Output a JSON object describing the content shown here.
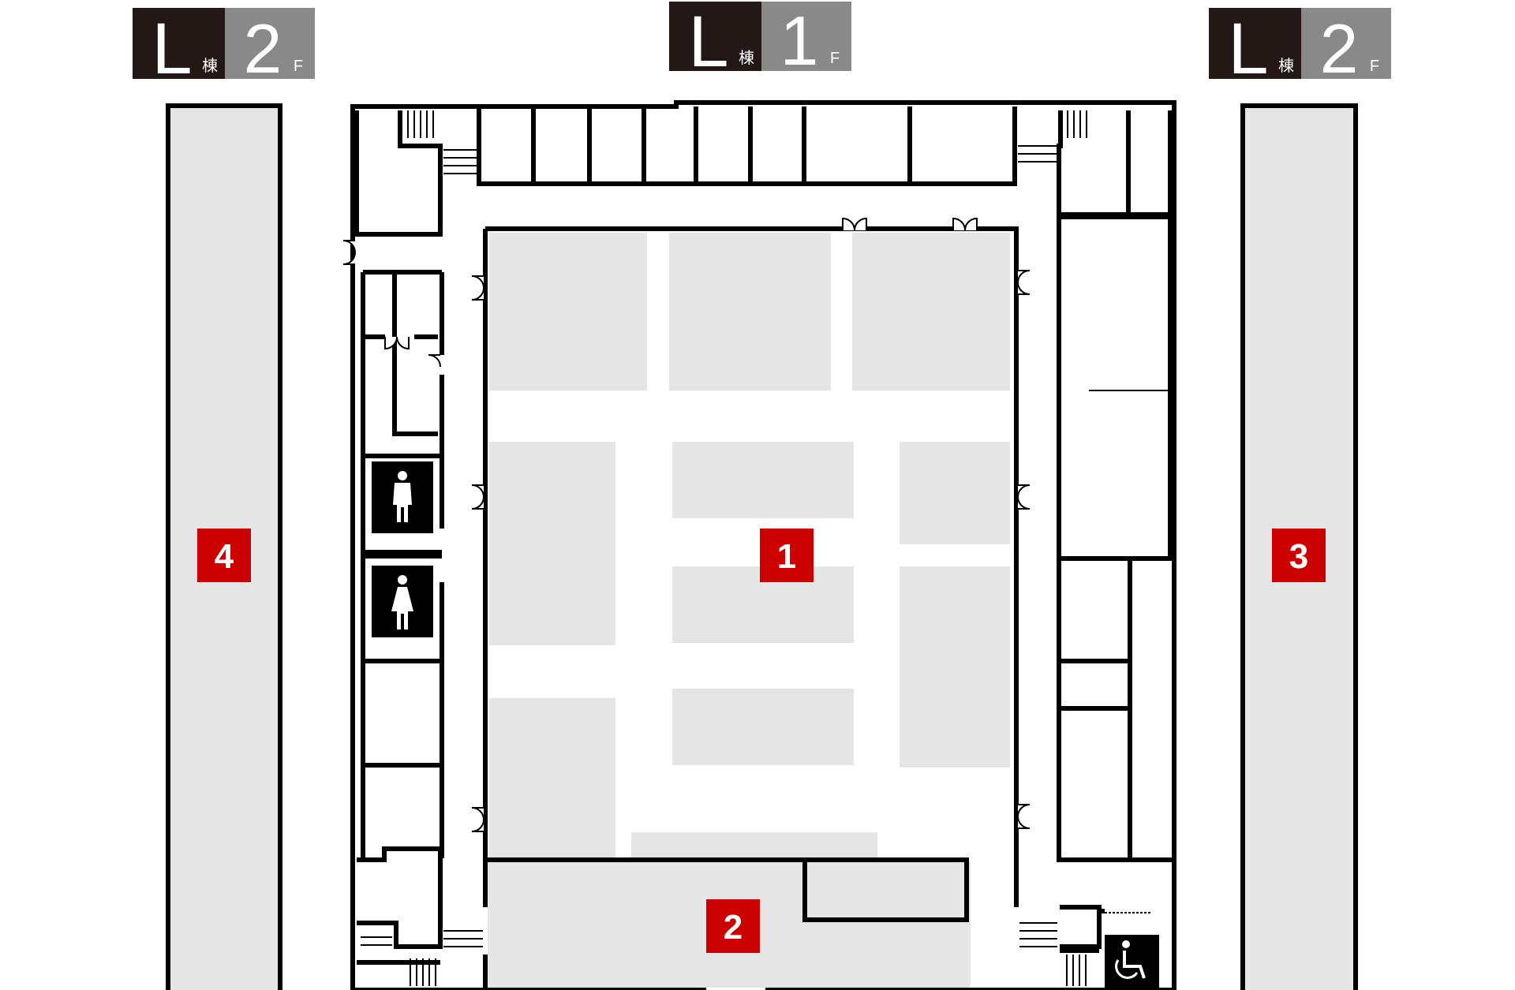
{
  "labels": [
    {
      "id": "left",
      "building": "L",
      "kanji": "棟",
      "floor": "2",
      "unit": "F"
    },
    {
      "id": "center",
      "building": "L",
      "kanji": "棟",
      "floor": "1",
      "unit": "F"
    },
    {
      "id": "right",
      "building": "L",
      "kanji": "棟",
      "floor": "2",
      "unit": "F"
    }
  ],
  "markers": [
    {
      "id": "1",
      "label": "1"
    },
    {
      "id": "2",
      "label": "2"
    },
    {
      "id": "3",
      "label": "3"
    },
    {
      "id": "4",
      "label": "4"
    }
  ],
  "icons": [
    "male-restroom-icon",
    "female-restroom-icon",
    "wheelchair-icon"
  ],
  "colors": {
    "marker": "#cc0000",
    "label_dark": "#231815",
    "label_gray": "#898989",
    "zone": "#e5e5e5",
    "wall": "#000000"
  }
}
